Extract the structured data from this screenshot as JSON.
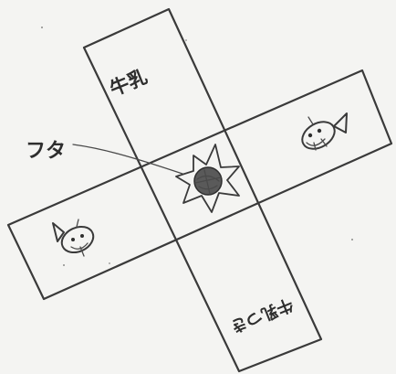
{
  "diagram": {
    "pointer_label": "フタ",
    "top_panel_text": "牛乳",
    "bottom_panel_text": "牛乳つき",
    "ink_color": "#3a3a3a",
    "paper_color": "#f4f4f2"
  }
}
